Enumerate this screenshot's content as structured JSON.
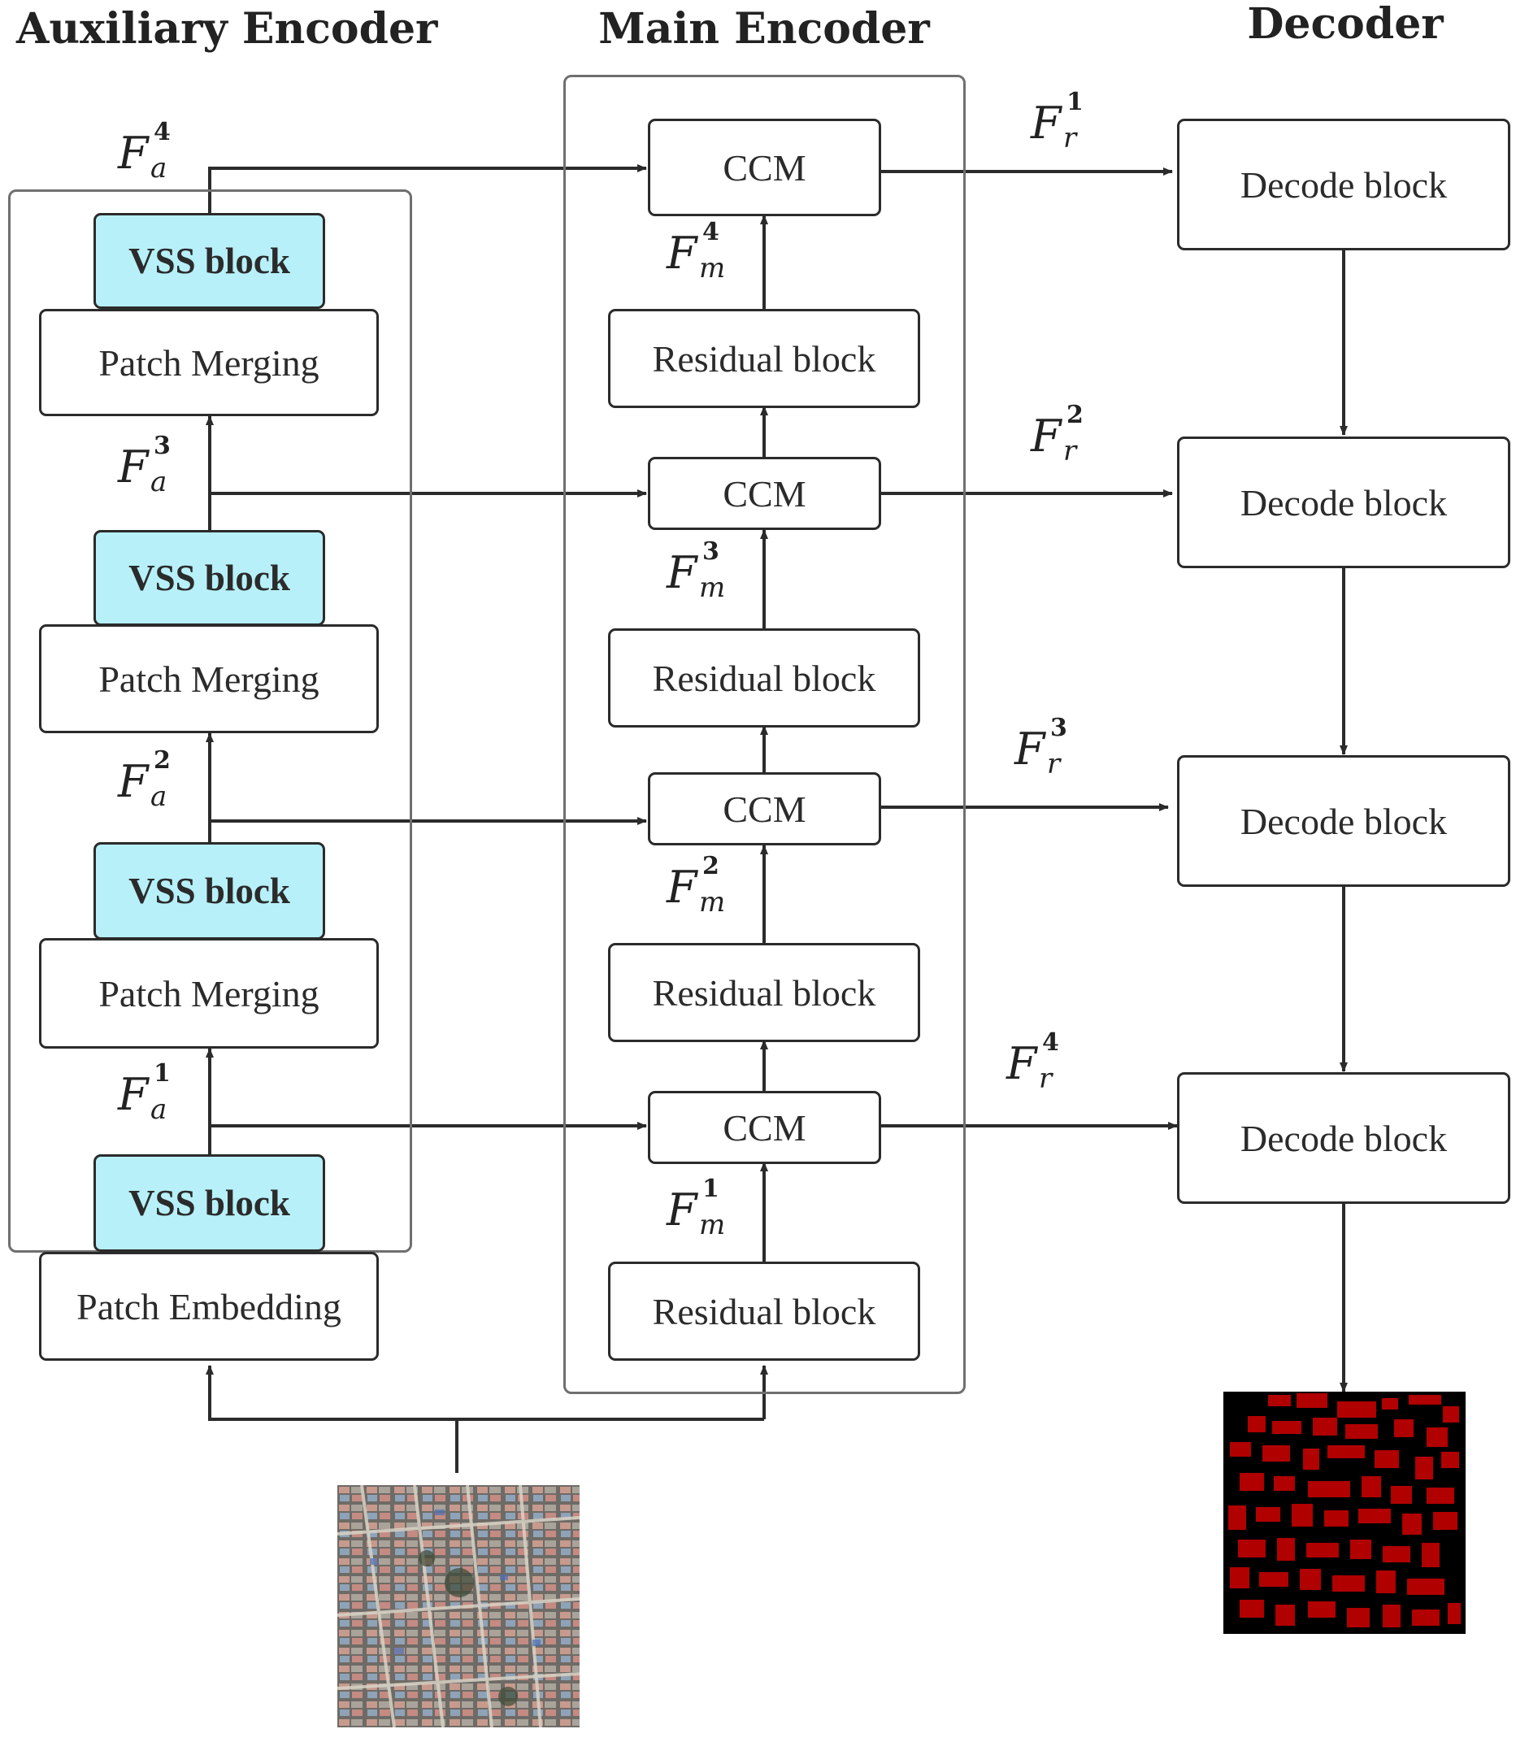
{
  "headers": {
    "auxiliary": "Auxiliary Encoder",
    "main": "Main Encoder",
    "decoder": "Decoder"
  },
  "auxiliary_encoder": {
    "vss_label": "VSS block",
    "patch_merging_label": "Patch Merging",
    "patch_embedding_label": "Patch Embedding",
    "features": [
      {
        "symbol": "F",
        "sub": "a",
        "sup": "1"
      },
      {
        "symbol": "F",
        "sub": "a",
        "sup": "2"
      },
      {
        "symbol": "F",
        "sub": "a",
        "sup": "3"
      },
      {
        "symbol": "F",
        "sub": "a",
        "sup": "4"
      }
    ]
  },
  "main_encoder": {
    "ccm_label": "CCM",
    "residual_label": "Residual block",
    "features": [
      {
        "symbol": "F",
        "sub": "m",
        "sup": "1"
      },
      {
        "symbol": "F",
        "sub": "m",
        "sup": "2"
      },
      {
        "symbol": "F",
        "sub": "m",
        "sup": "3"
      },
      {
        "symbol": "F",
        "sub": "m",
        "sup": "4"
      }
    ]
  },
  "decoder": {
    "block_label": "Decode block",
    "features": [
      {
        "symbol": "F",
        "sub": "r",
        "sup": "1"
      },
      {
        "symbol": "F",
        "sub": "r",
        "sup": "2"
      },
      {
        "symbol": "F",
        "sub": "r",
        "sup": "3"
      },
      {
        "symbol": "F",
        "sub": "r",
        "sup": "4"
      }
    ]
  },
  "colors": {
    "vss_fill": "#b7f0f8",
    "stroke": "#2b2b2b",
    "frame": "#6f6f6f",
    "mask_building": "#b00000",
    "mask_background": "#000000"
  },
  "images": {
    "input": "satellite-image",
    "output": "segmentation-mask"
  }
}
